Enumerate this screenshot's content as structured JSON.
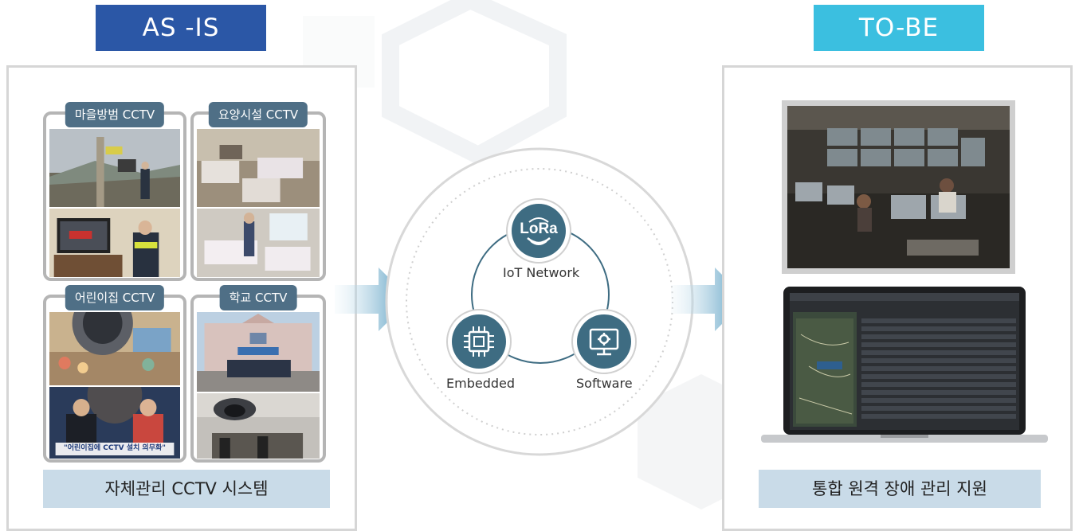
{
  "asis": {
    "header": "AS -IS",
    "caption": "자체관리 CCTV 시스템",
    "cctv": [
      {
        "label": "마을방범 CCTV"
      },
      {
        "label": "요양시설 CCTV"
      },
      {
        "label": "어린이집 CCTV"
      },
      {
        "label": "학교 CCTV"
      }
    ],
    "news_caption": "\"어린이집에 CCTV 설치 의무화\""
  },
  "center": {
    "nodes": [
      {
        "label": "IoT Network",
        "icon": "lora-icon",
        "icon_text": "LoRa"
      },
      {
        "label": "Embedded",
        "icon": "chip-icon"
      },
      {
        "label": "Software",
        "icon": "monitor-gear-icon"
      }
    ]
  },
  "tobe": {
    "header": "TO-BE",
    "caption": "통합 원격 장애 관리 지원"
  },
  "colors": {
    "asis_header": "#2b57a6",
    "tobe_header": "#3bbfe0",
    "node": "#3e6c82",
    "caption_bg": "#c9dbe8",
    "tag_bg": "#4f6f86"
  }
}
